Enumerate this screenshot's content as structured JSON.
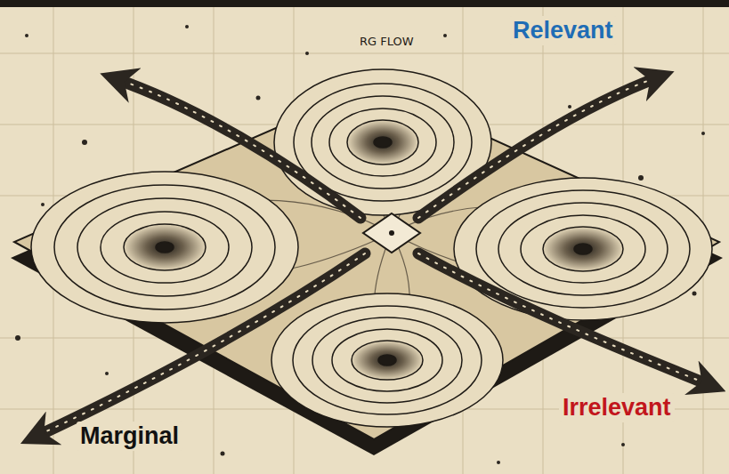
{
  "diagram": {
    "labels": [
      "RG FLOW",
      "Relevant",
      "Irrelevant",
      "Marginal"
    ]
  }
}
